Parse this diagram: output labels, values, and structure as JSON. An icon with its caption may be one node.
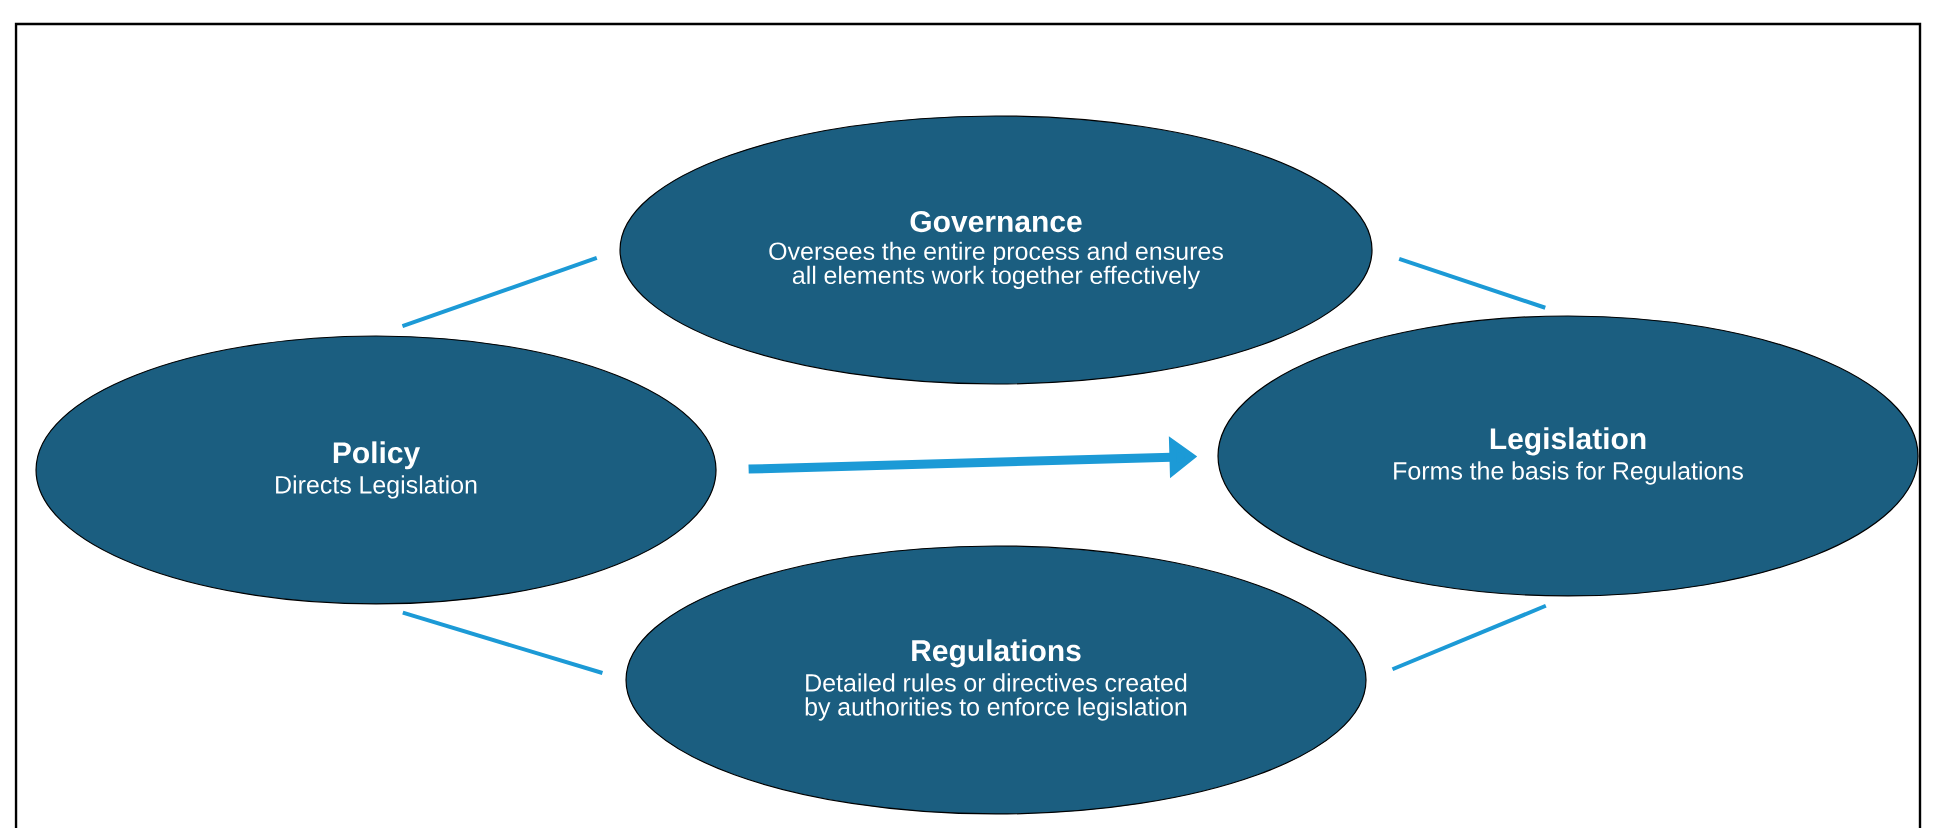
{
  "diagram": {
    "nodes": [
      {
        "text": [
          "Policy",
          "Directs Legislation"
        ]
      },
      {
        "text": [
          "Governance",
          "Oversees the entire process and ensures all elements work together effectively"
        ]
      },
      {
        "text": [
          "Legislation",
          "Forms the basis for Regulations"
        ]
      },
      {
        "text": [
          "Regulations",
          "Detailed rules or directives created by authorities to enforce legislation"
        ]
      }
    ],
    "edges": [
      {
        "from": 0,
        "to": 1,
        "arrow": "none"
      },
      {
        "from": 1,
        "to": 2,
        "arrow": "none"
      },
      {
        "from": 0,
        "to": 2,
        "arrow": "to",
        "style": "thick"
      },
      {
        "from": 0,
        "to": 3,
        "arrow": "none"
      },
      {
        "from": 3,
        "to": 2,
        "arrow": "none"
      }
    ]
  }
}
